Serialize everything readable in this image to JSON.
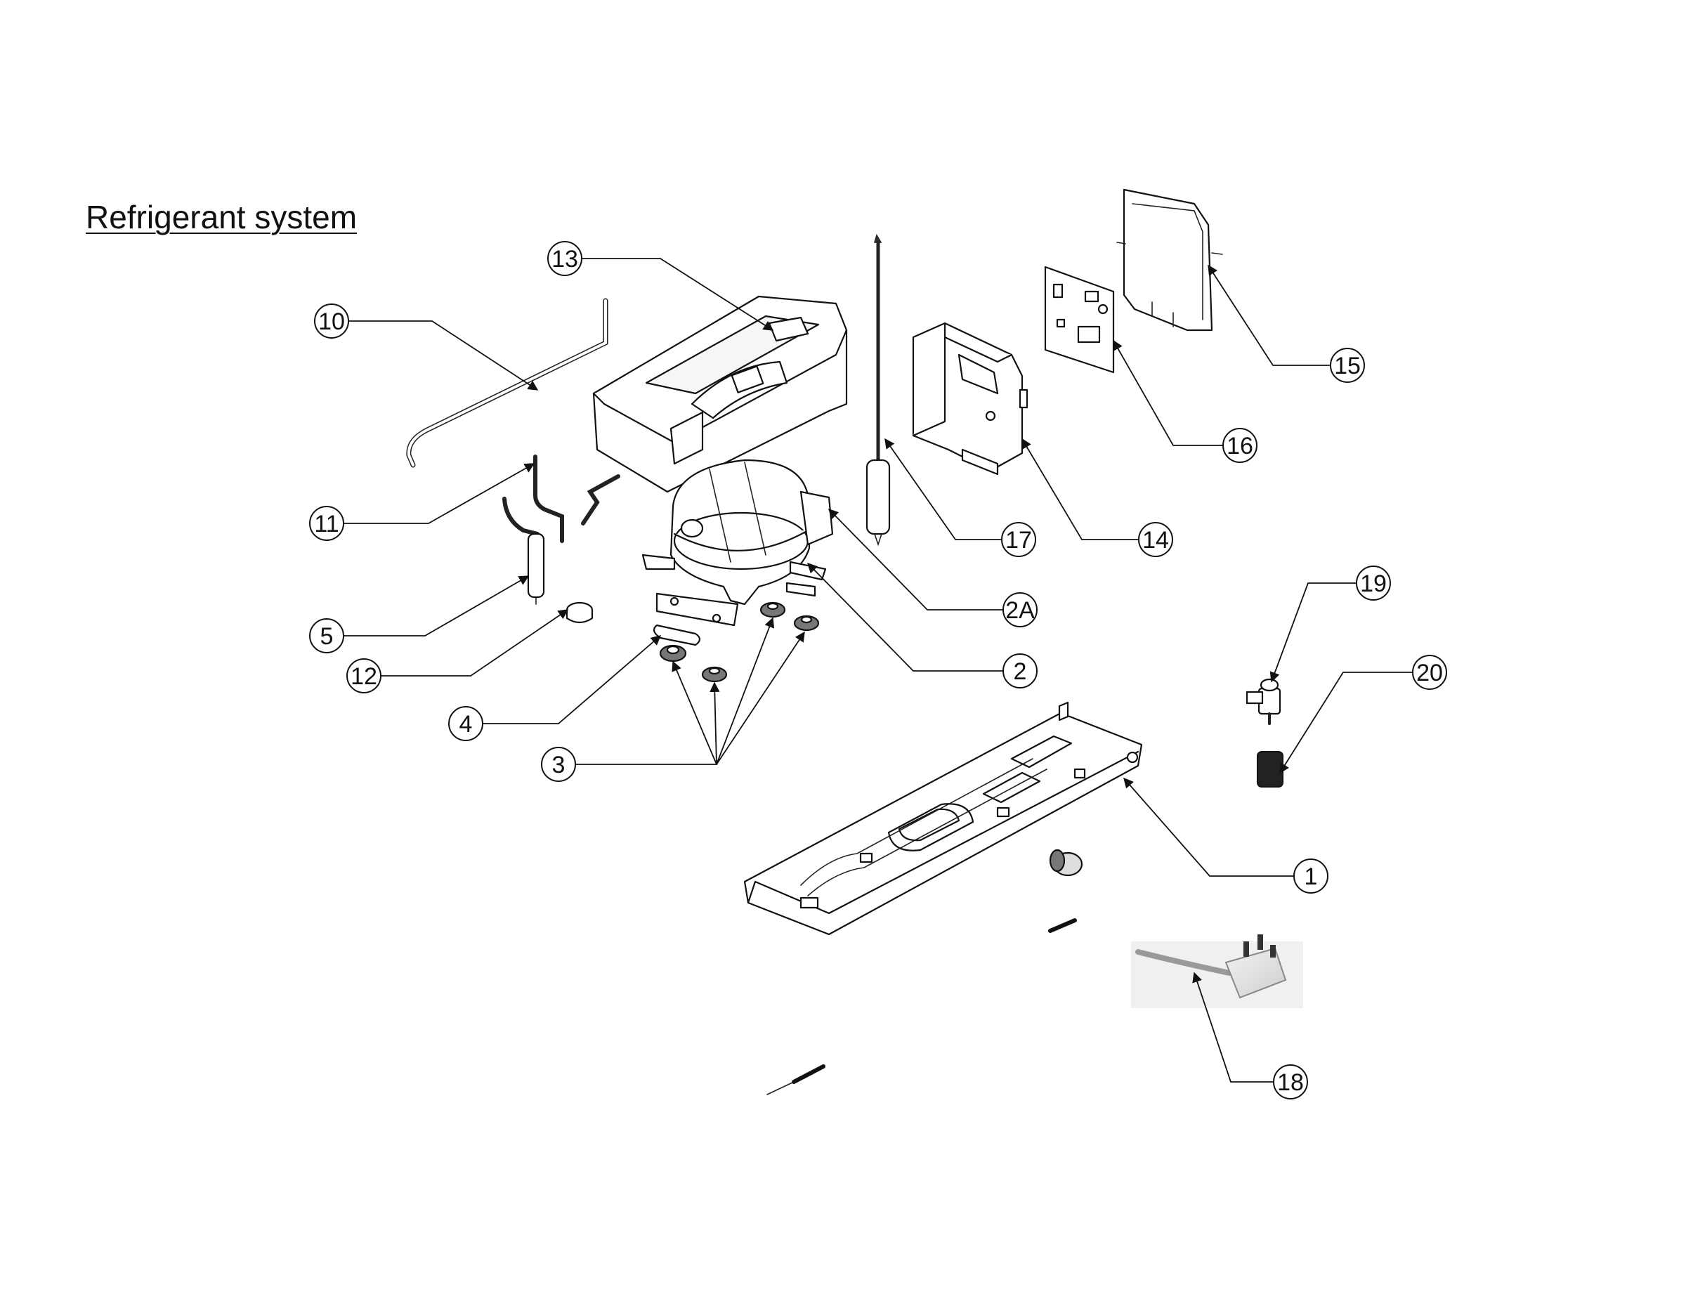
{
  "title": "Refrigerant system",
  "callouts": [
    {
      "id": "1",
      "label": "1"
    },
    {
      "id": "2",
      "label": "2"
    },
    {
      "id": "2A",
      "label": "2A"
    },
    {
      "id": "3",
      "label": "3"
    },
    {
      "id": "4",
      "label": "4"
    },
    {
      "id": "5",
      "label": "5"
    },
    {
      "id": "10",
      "label": "10"
    },
    {
      "id": "11",
      "label": "11"
    },
    {
      "id": "12",
      "label": "12"
    },
    {
      "id": "13",
      "label": "13"
    },
    {
      "id": "14",
      "label": "14"
    },
    {
      "id": "15",
      "label": "15"
    },
    {
      "id": "16",
      "label": "16"
    },
    {
      "id": "17",
      "label": "17"
    },
    {
      "id": "18",
      "label": "18"
    },
    {
      "id": "19",
      "label": "19"
    },
    {
      "id": "20",
      "label": "20"
    }
  ]
}
